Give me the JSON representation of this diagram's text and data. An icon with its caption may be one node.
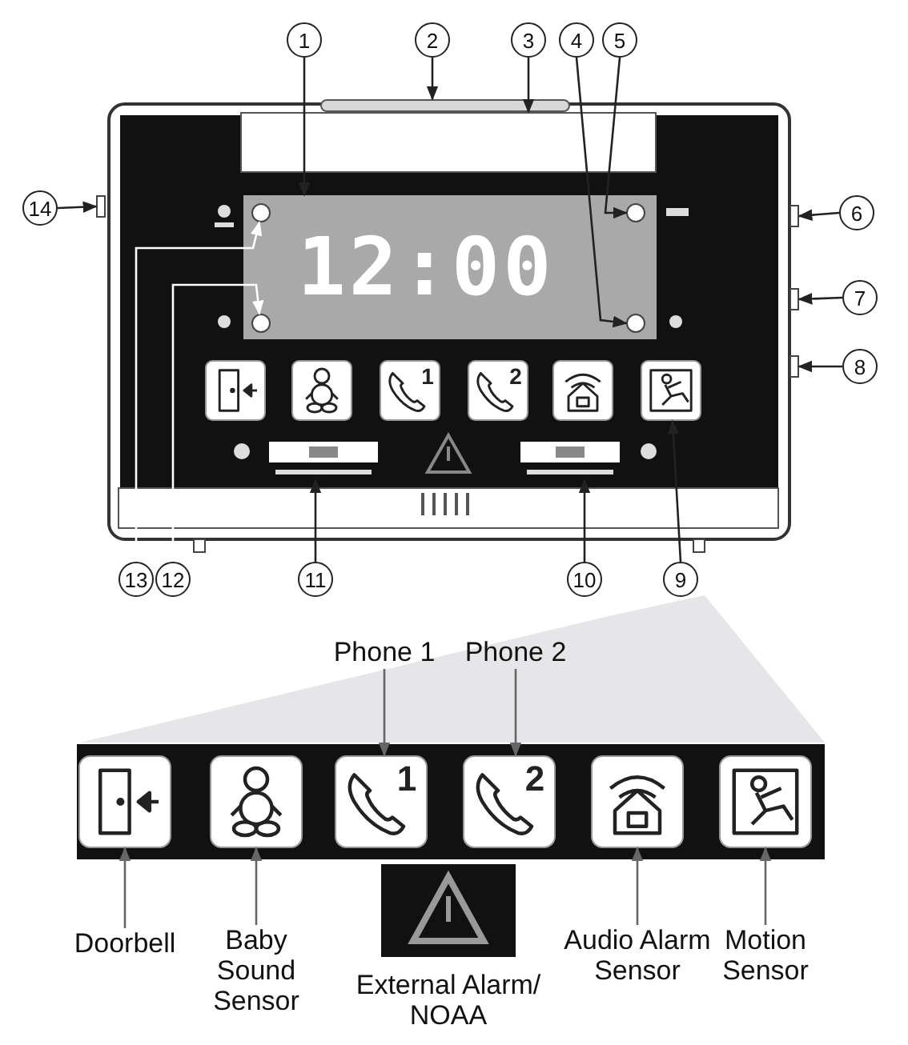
{
  "diagram": {
    "nodes": [
      {
        "text": [
          "1"
        ]
      },
      {
        "text": [
          "2"
        ]
      },
      {
        "text": [
          "3"
        ]
      },
      {
        "text": [
          "4"
        ]
      },
      {
        "text": [
          "5"
        ]
      },
      {
        "text": [
          "6"
        ]
      },
      {
        "text": [
          "7"
        ]
      },
      {
        "text": [
          "8"
        ]
      },
      {
        "text": [
          "9"
        ]
      },
      {
        "text": [
          "10"
        ]
      },
      {
        "text": [
          "11"
        ]
      },
      {
        "text": [
          "12"
        ]
      },
      {
        "text": [
          "13"
        ]
      },
      {
        "text": [
          "14"
        ]
      },
      {
        "text": [],
        "shape": "box"
      },
      {
        "text": [],
        "shape": "bar"
      },
      {
        "text": [],
        "shape": "box"
      },
      {
        "text": [],
        "shape": "circle",
        "in": 14
      },
      {
        "text": [],
        "shape": "circle",
        "in": 14
      },
      {
        "text": [],
        "shape": "box"
      },
      {
        "text": [],
        "shape": "box"
      },
      {
        "text": [],
        "shape": "box"
      },
      {
        "text": [],
        "shape": "box"
      },
      {
        "text": [],
        "shape": "bar"
      },
      {
        "text": [],
        "shape": "bar"
      },
      {
        "text": [],
        "shape": "circle",
        "in": 14
      },
      {
        "text": [],
        "shape": "circle",
        "in": 14
      },
      {
        "text": [],
        "shape": "box"
      },
      {
        "text": [
          "Phone 1"
        ]
      },
      {
        "text": [
          "Phone 2"
        ]
      },
      {
        "text": [],
        "shape": "box"
      },
      {
        "text": [],
        "shape": "box"
      },
      {
        "text": [],
        "shape": "box"
      },
      {
        "text": [],
        "shape": "box"
      },
      {
        "text": [],
        "shape": "box"
      },
      {
        "text": [],
        "shape": "box"
      },
      {
        "text": [
          "Doorbell"
        ]
      },
      {
        "text": [
          "Baby Sound Sensor"
        ]
      },
      {
        "text": [
          "External Alarm/ NOAA"
        ]
      },
      {
        "text": [
          "Audio Alarm Sensor"
        ]
      },
      {
        "text": [
          "Motion Sensor"
        ]
      }
    ],
    "edges": [
      {
        "from": 0,
        "to": 14,
        "arrow": "to"
      },
      {
        "from": 1,
        "to": 15,
        "arrow": "to"
      },
      {
        "from": 2,
        "to": 16,
        "arrow": "to"
      },
      {
        "from": 3,
        "to": 17,
        "arrow": "to"
      },
      {
        "from": 4,
        "to": 18,
        "arrow": "to"
      },
      {
        "from": 5,
        "to": 19,
        "arrow": "to"
      },
      {
        "from": 6,
        "to": 20,
        "arrow": "to"
      },
      {
        "from": 7,
        "to": 21,
        "arrow": "to"
      },
      {
        "from": 8,
        "to": 22,
        "arrow": "to"
      },
      {
        "from": 9,
        "to": 23,
        "arrow": "to"
      },
      {
        "from": 10,
        "to": 24,
        "arrow": "to"
      },
      {
        "from": 11,
        "to": 25,
        "arrow": "to",
        "color": "#ffffff"
      },
      {
        "from": 12,
        "to": 26,
        "arrow": "to",
        "color": "#ffffff"
      },
      {
        "from": 13,
        "to": 27,
        "arrow": "to"
      },
      {
        "from": 28,
        "to": 32,
        "arrow": "to",
        "color": "#666666"
      },
      {
        "from": 29,
        "to": 33,
        "arrow": "to",
        "color": "#666666"
      },
      {
        "from": 36,
        "to": 30,
        "arrow": "to",
        "color": "#666666"
      },
      {
        "from": 37,
        "to": 31,
        "arrow": "to",
        "color": "#666666"
      },
      {
        "from": 39,
        "to": 34,
        "arrow": "to",
        "color": "#666666"
      },
      {
        "from": 40,
        "to": 35,
        "arrow": "to",
        "color": "#666666"
      }
    ],
    "labels": [
      "12:00",
      "1",
      "2",
      "1",
      "2"
    ]
  }
}
